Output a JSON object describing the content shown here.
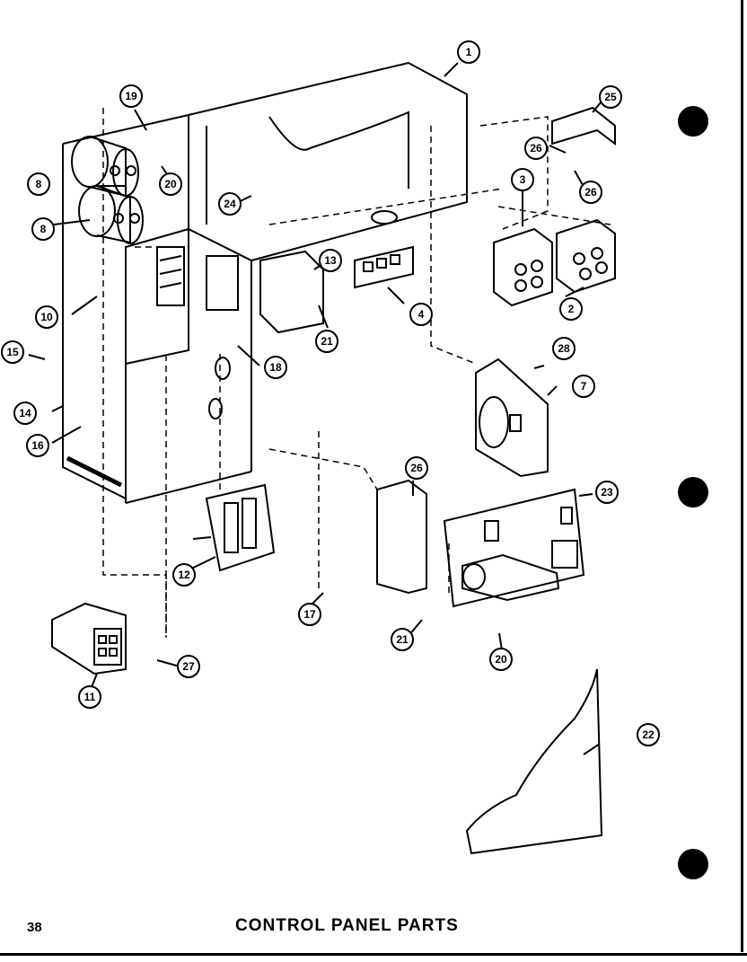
{
  "footer": {
    "page_number": "38",
    "title": "CONTROL PANEL PARTS"
  },
  "callouts": {
    "c1": "1",
    "c2": "2",
    "c3": "3",
    "c4": "4",
    "c7": "7",
    "c8a": "8",
    "c8b": "8",
    "c10": "10",
    "c11": "11",
    "c12": "12",
    "c13": "13",
    "c14": "14",
    "c15": "15",
    "c16": "16",
    "c17": "17",
    "c18": "18",
    "c19": "19",
    "c20a": "20",
    "c20b": "20",
    "c21a": "21",
    "c21b": "21",
    "c22": "22",
    "c23": "23",
    "c24": "24",
    "c25": "25",
    "c26a": "26",
    "c26b": "26",
    "c26c": "26",
    "c27": "27",
    "c28": "28"
  },
  "colors": {
    "ink": "#000000",
    "paper": "#ffffff"
  }
}
